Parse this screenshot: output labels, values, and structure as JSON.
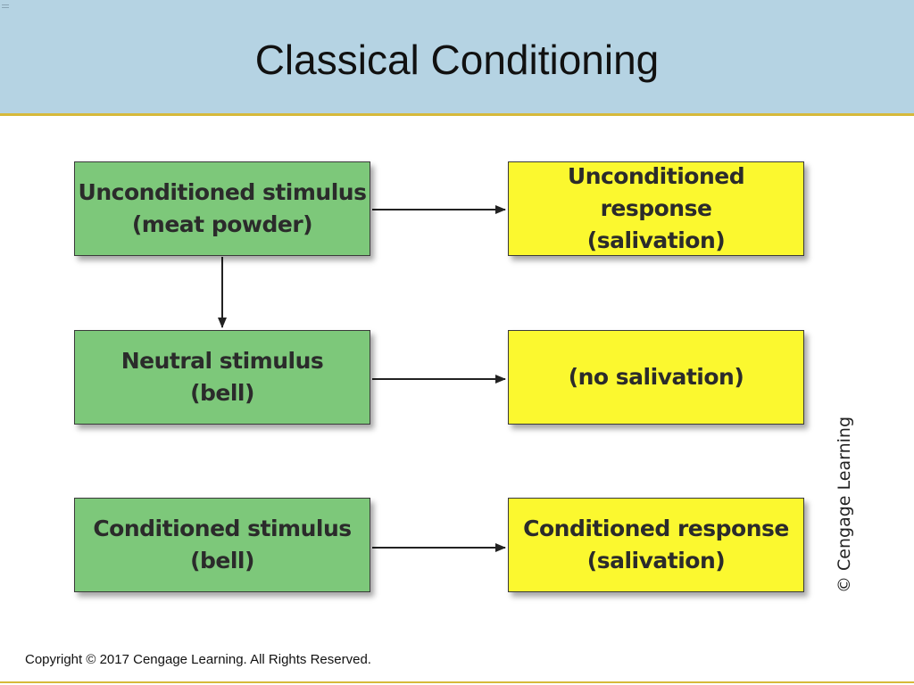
{
  "slide": {
    "title": "Classical Conditioning",
    "footer": "Copyright © 2017 Cengage Learning. All Rights Reserved."
  },
  "diagram": {
    "rows": [
      {
        "stimulus": {
          "line1": "Unconditioned stimulus",
          "line2": "(meat powder)"
        },
        "response": {
          "line1": "Unconditioned response",
          "line2": "(salivation)"
        }
      },
      {
        "stimulus": {
          "line1": "Neutral stimulus",
          "line2": "(bell)"
        },
        "response": {
          "line1": "(no salivation)",
          "line2": ""
        }
      },
      {
        "stimulus": {
          "line1": "Conditioned stimulus",
          "line2": "(bell)"
        },
        "response": {
          "line1": "Conditioned response",
          "line2": "(salivation)"
        }
      }
    ],
    "credit": "© Cengage Learning"
  },
  "colors": {
    "header_bg": "#b5d3e3",
    "accent_rule": "#d6b93a",
    "stimulus_box": "#7dc87a",
    "response_box": "#fbf82f"
  }
}
